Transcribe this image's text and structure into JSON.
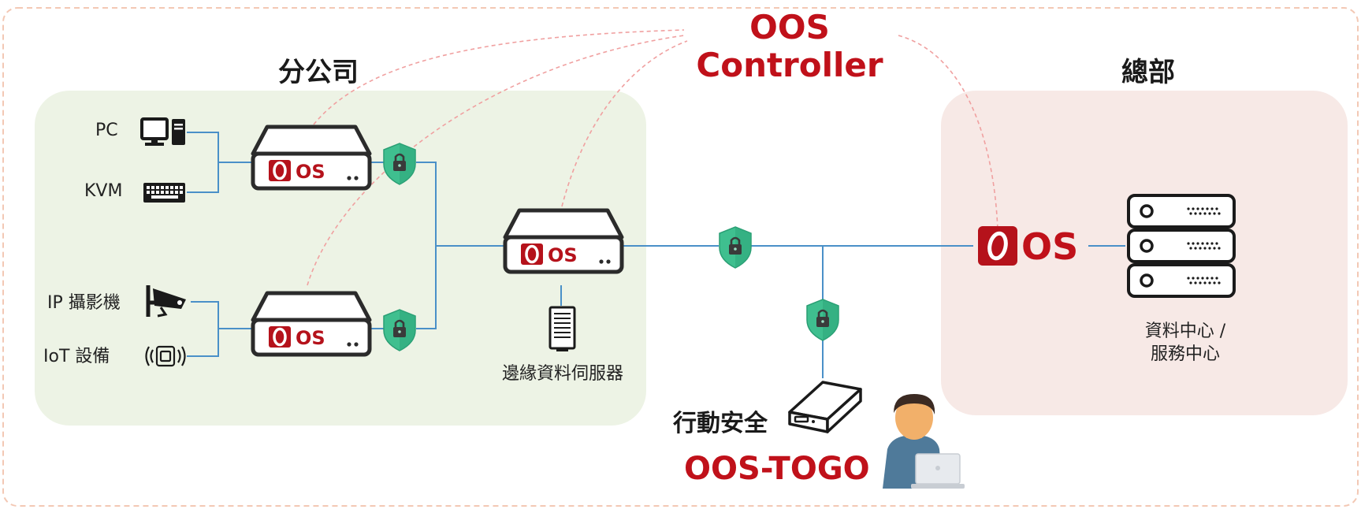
{
  "controller": {
    "line1": "OOS",
    "line2": "Controller"
  },
  "branch": {
    "title": "分公司",
    "devices": {
      "pc": "PC",
      "kvm": "KVM",
      "ip_camera": "IP 攝影機",
      "iot": "IoT 設備"
    },
    "edge_server": "邊緣資料伺服器"
  },
  "hq": {
    "title": "總部",
    "datacenter_line1": "資料中心 /",
    "datacenter_line2": "服務中心"
  },
  "mobile": {
    "label": "行動安全",
    "product": "OOS-TOGO"
  },
  "logo_text": "OS",
  "colors": {
    "brand_red": "#c0111a",
    "link_blue": "#4a90c8",
    "branch_bg": "#edf3e5",
    "hq_bg": "#f7e9e6",
    "dash_pink": "#f0a0a0",
    "border_dash": "#f3c8b4",
    "shield_green": "#3fbf8f",
    "device_dark": "#2b2b2b"
  },
  "icons": [
    "pc-icon",
    "keyboard-icon",
    "camera-icon",
    "iot-icon",
    "shield-lock-icon",
    "server-rack-icon",
    "oos-appliance-icon",
    "portable-drive-icon",
    "user-laptop-icon"
  ]
}
